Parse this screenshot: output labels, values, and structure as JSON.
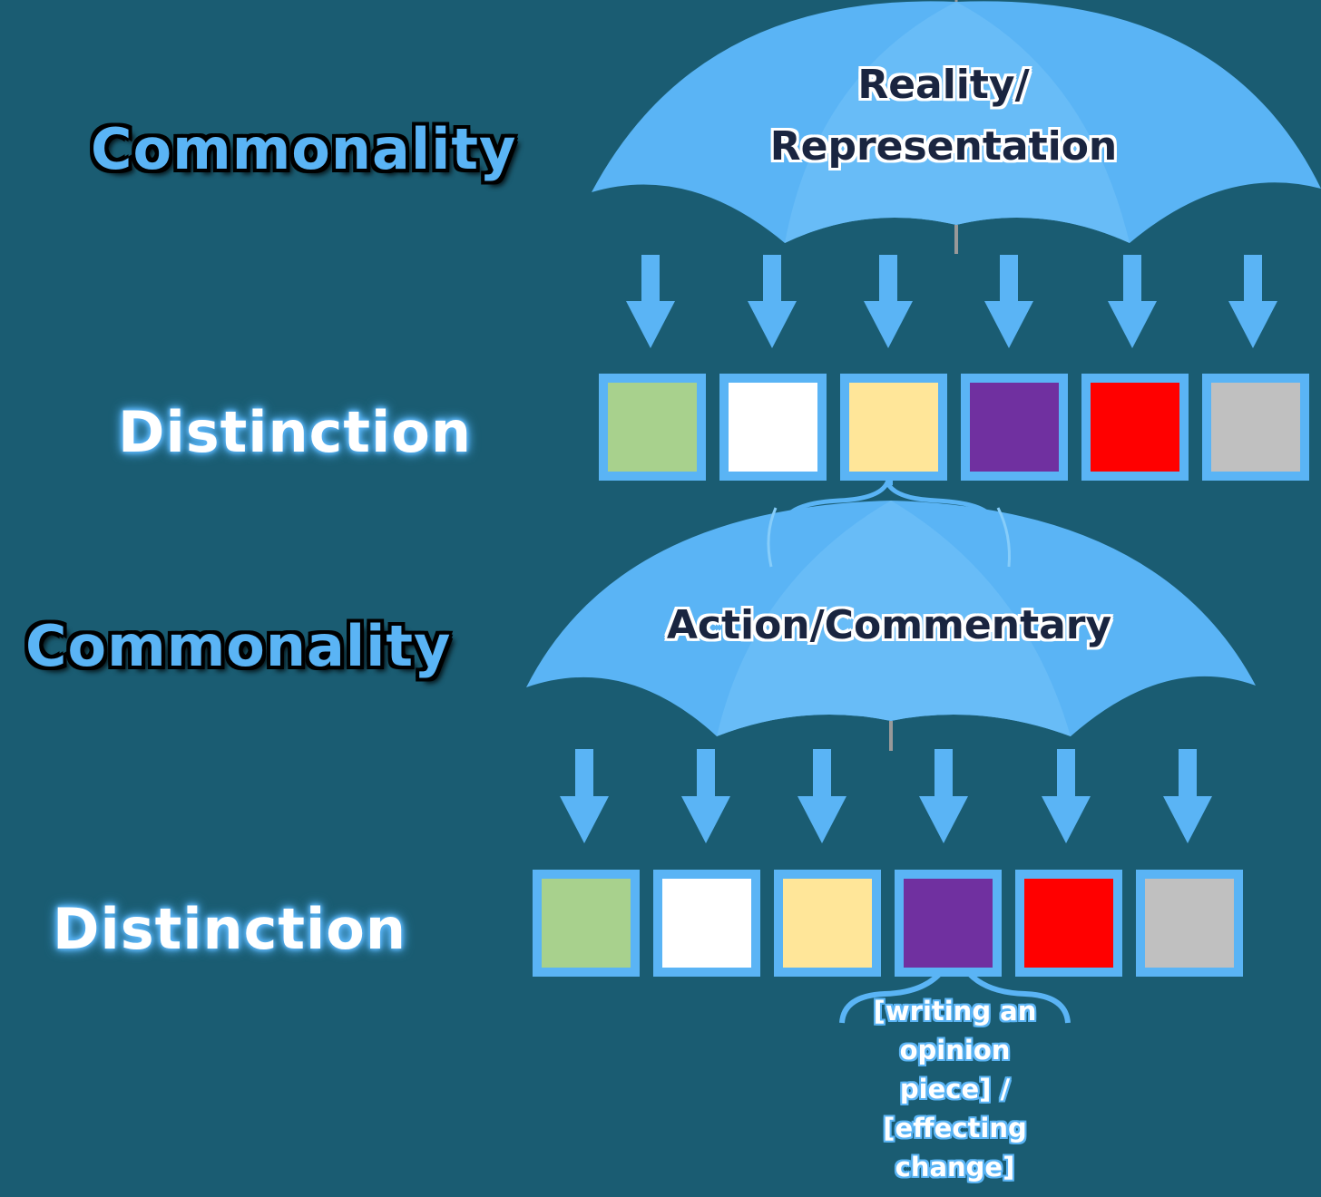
{
  "top": {
    "commonality_label": "Commonality",
    "distinction_label": "Distinction",
    "umbrella_line1": "Reality/",
    "umbrella_line2": "Representation"
  },
  "bottom": {
    "commonality_label": "Commonality",
    "distinction_label": "Distinction",
    "umbrella_title": "Action/Commentary",
    "note_lines": [
      "[writing an",
      "opinion",
      "piece] /",
      "[effecting",
      "change]"
    ]
  },
  "colors": {
    "background": "#1a5c72",
    "accent": "#5ab4f5",
    "squares": [
      "#a8d18d",
      "#ffffff",
      "#ffe699",
      "#7030a0",
      "#ff0000",
      "#c0c0c0"
    ]
  }
}
